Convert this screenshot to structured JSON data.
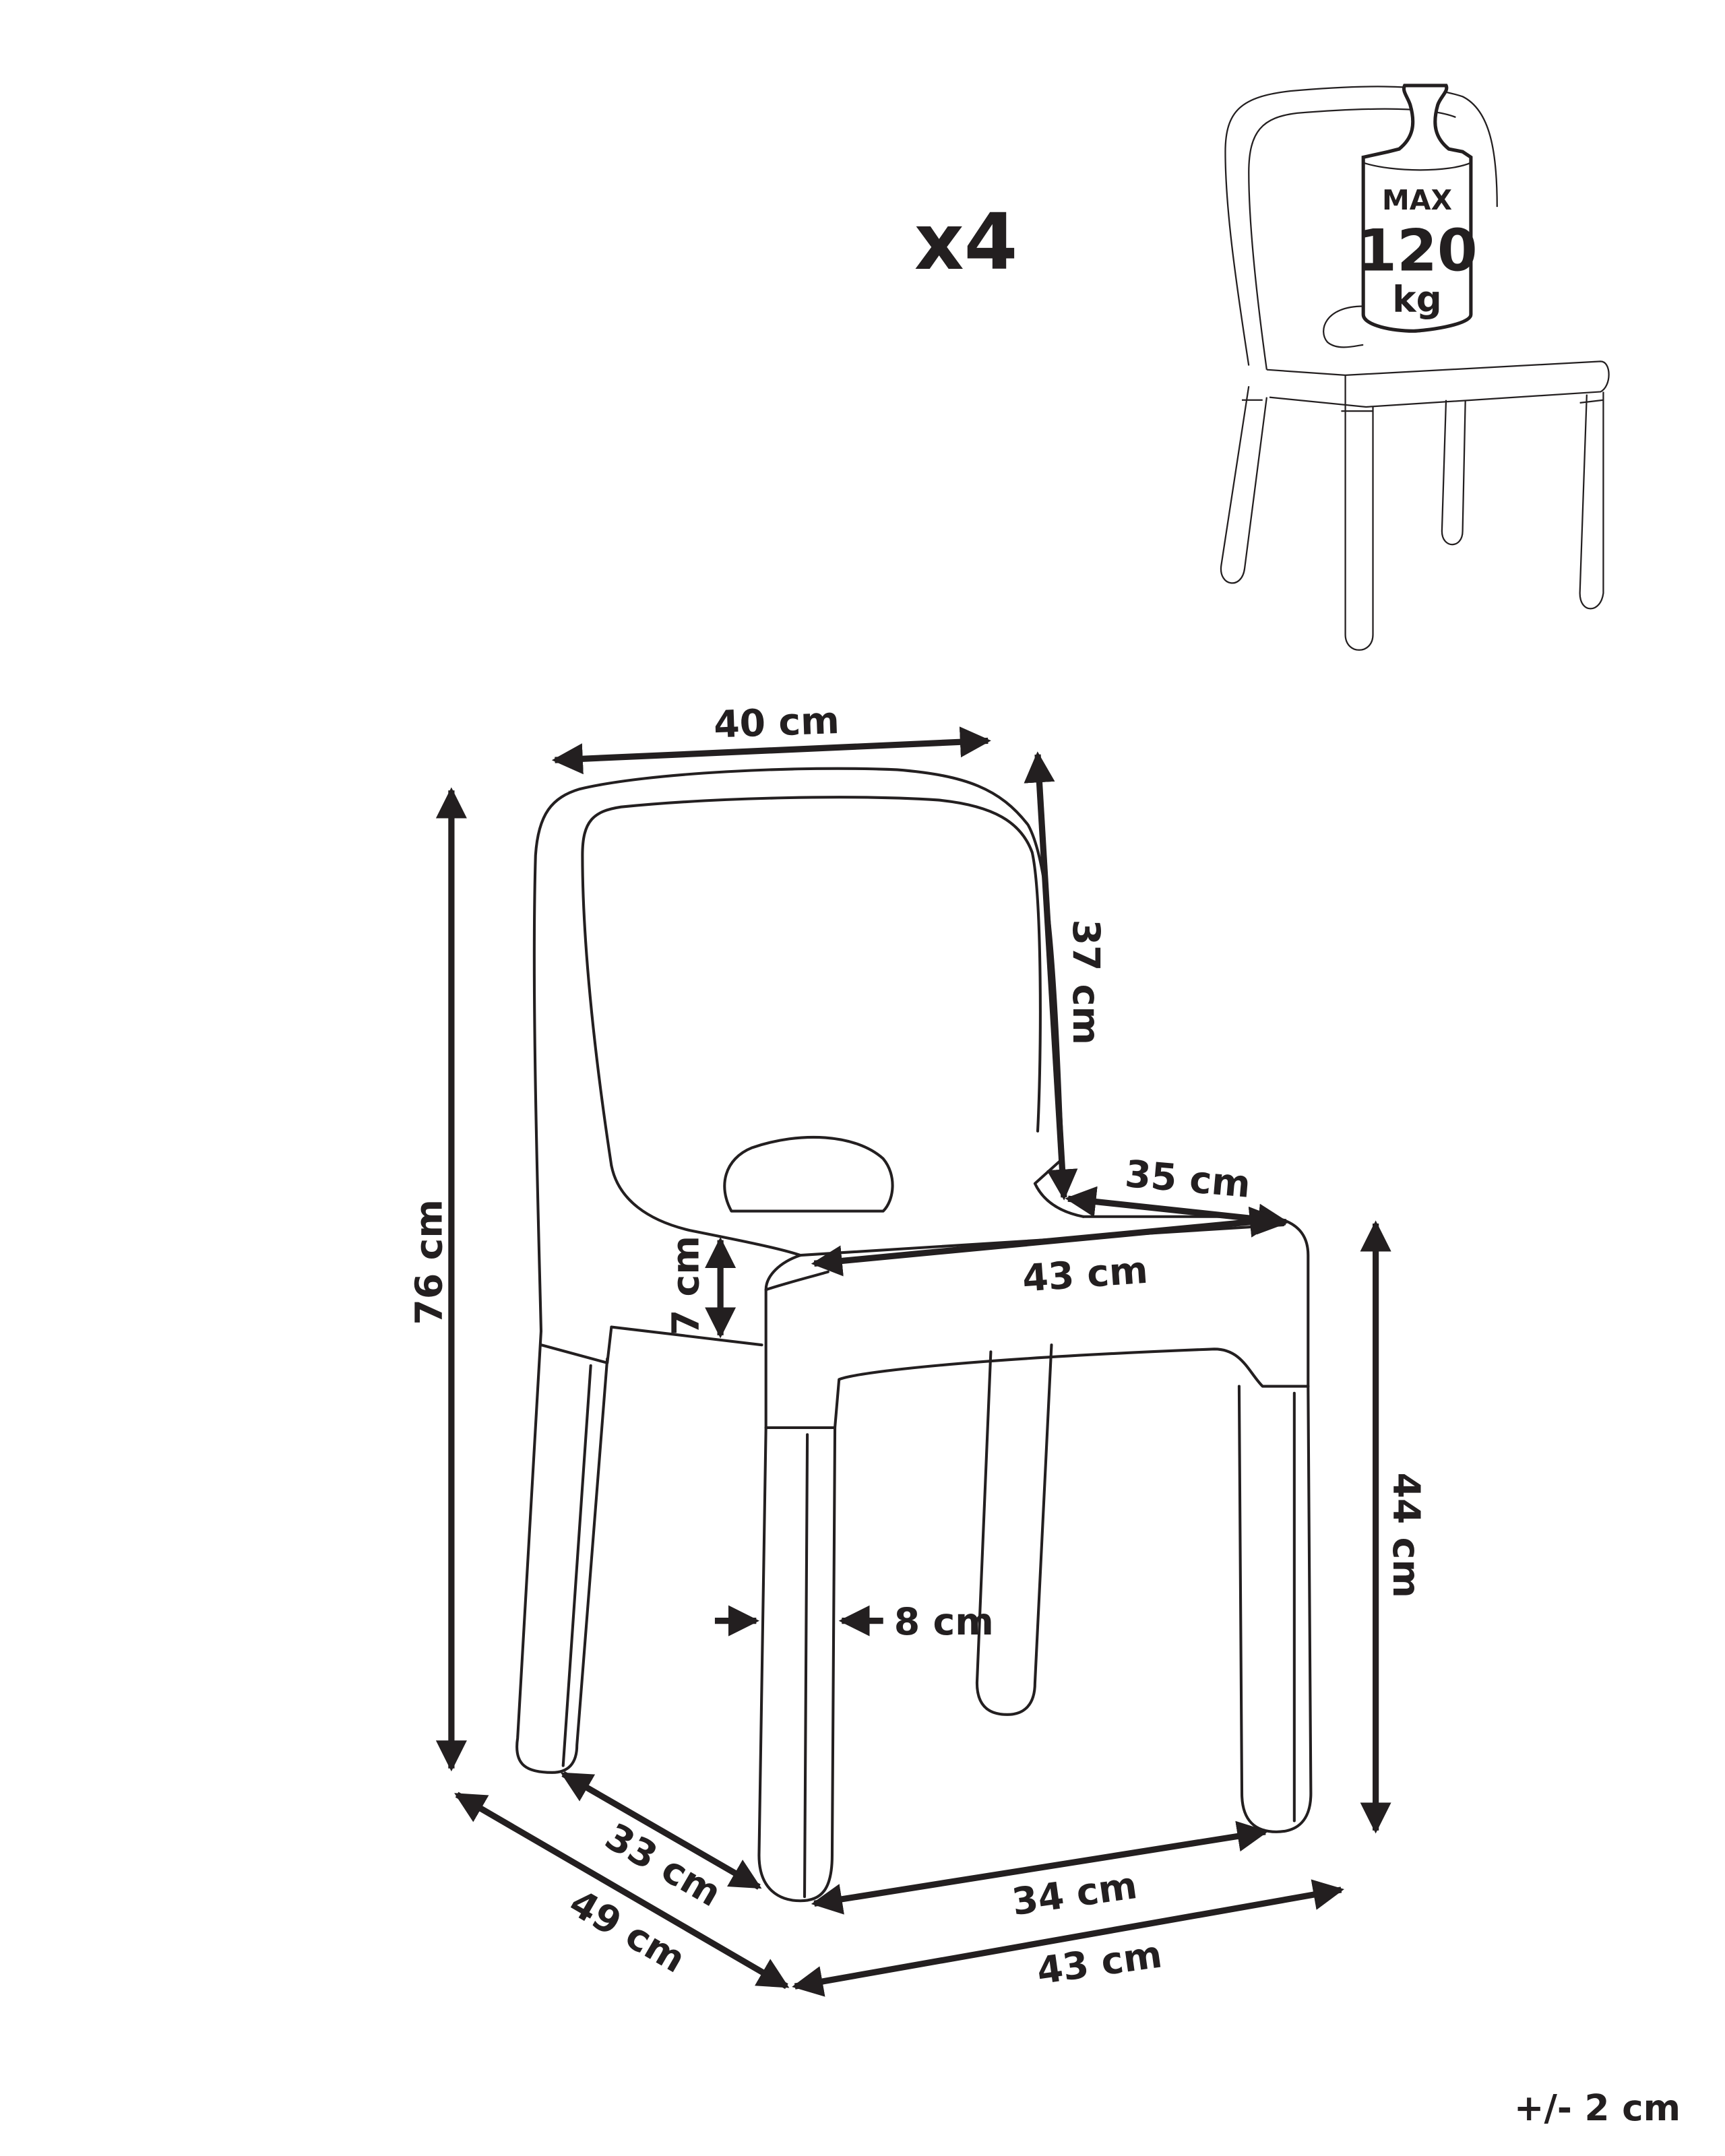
{
  "quantity": "x4",
  "max_load": {
    "line1": "MAX",
    "line2": "120",
    "line3": "kg"
  },
  "dimensions": {
    "backrest_width": "40 cm",
    "backrest_height": "37 cm",
    "seat_depth": "35 cm",
    "seat_width": "43 cm",
    "total_height": "76 cm",
    "seat_thickness": "7 cm",
    "seat_height": "44 cm",
    "leg_width": "8 cm",
    "inner_depth": "33 cm",
    "total_depth": "49 cm",
    "inner_width": "34 cm",
    "total_width": "43 cm"
  },
  "tolerance": "+/- 2 cm",
  "colors": {
    "ink": "#231f20",
    "background": "#ffffff"
  }
}
